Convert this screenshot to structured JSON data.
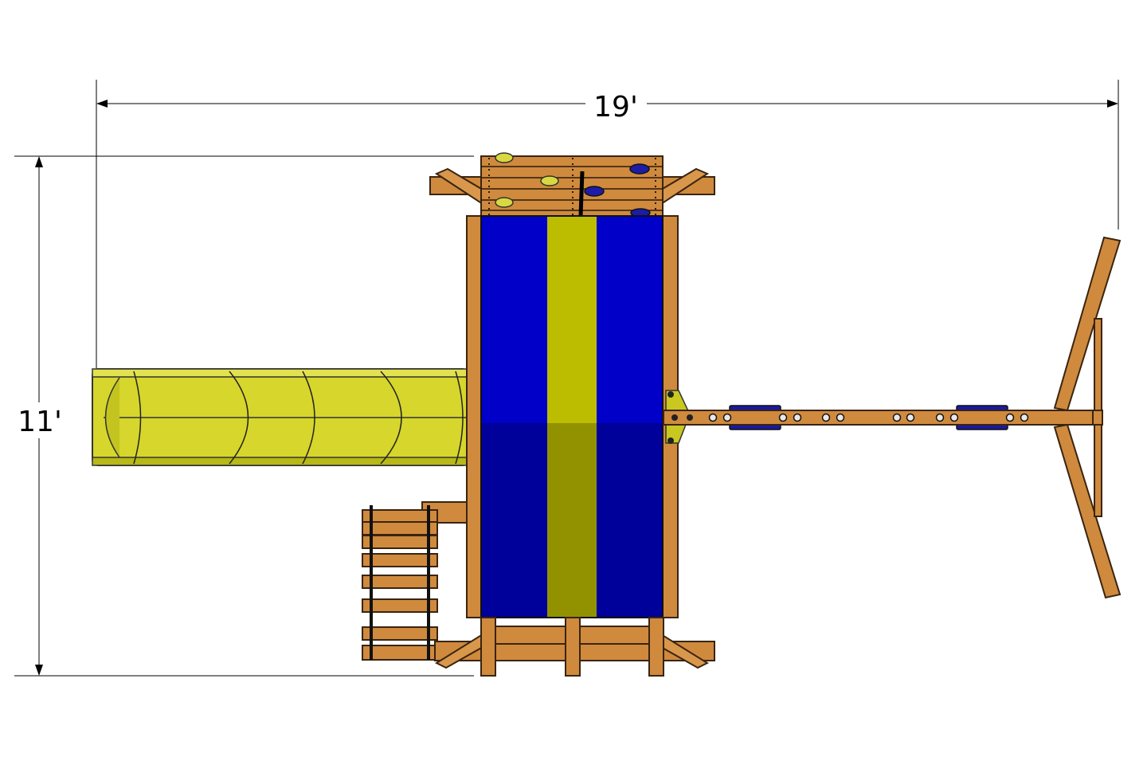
{
  "dimensions": {
    "width_label": "19'",
    "depth_label": "11'"
  },
  "colors": {
    "wood": "#cf8a3e",
    "tarp_blue": "#0000c8",
    "tarp_blue_shade": "#00009a",
    "tarp_yellow": "#bcbc00",
    "tarp_yellow_shade": "#929200",
    "slide_yellow": "#d6d62c",
    "rock_yellow": "#d8d840",
    "rock_blue": "#1c1ca8",
    "swing_blue": "#1a1aa0"
  },
  "components": [
    "rock-wall",
    "tarp-roof",
    "tube-slide",
    "rope-ladder",
    "swing-beam",
    "a-frame",
    "swing-seats"
  ]
}
